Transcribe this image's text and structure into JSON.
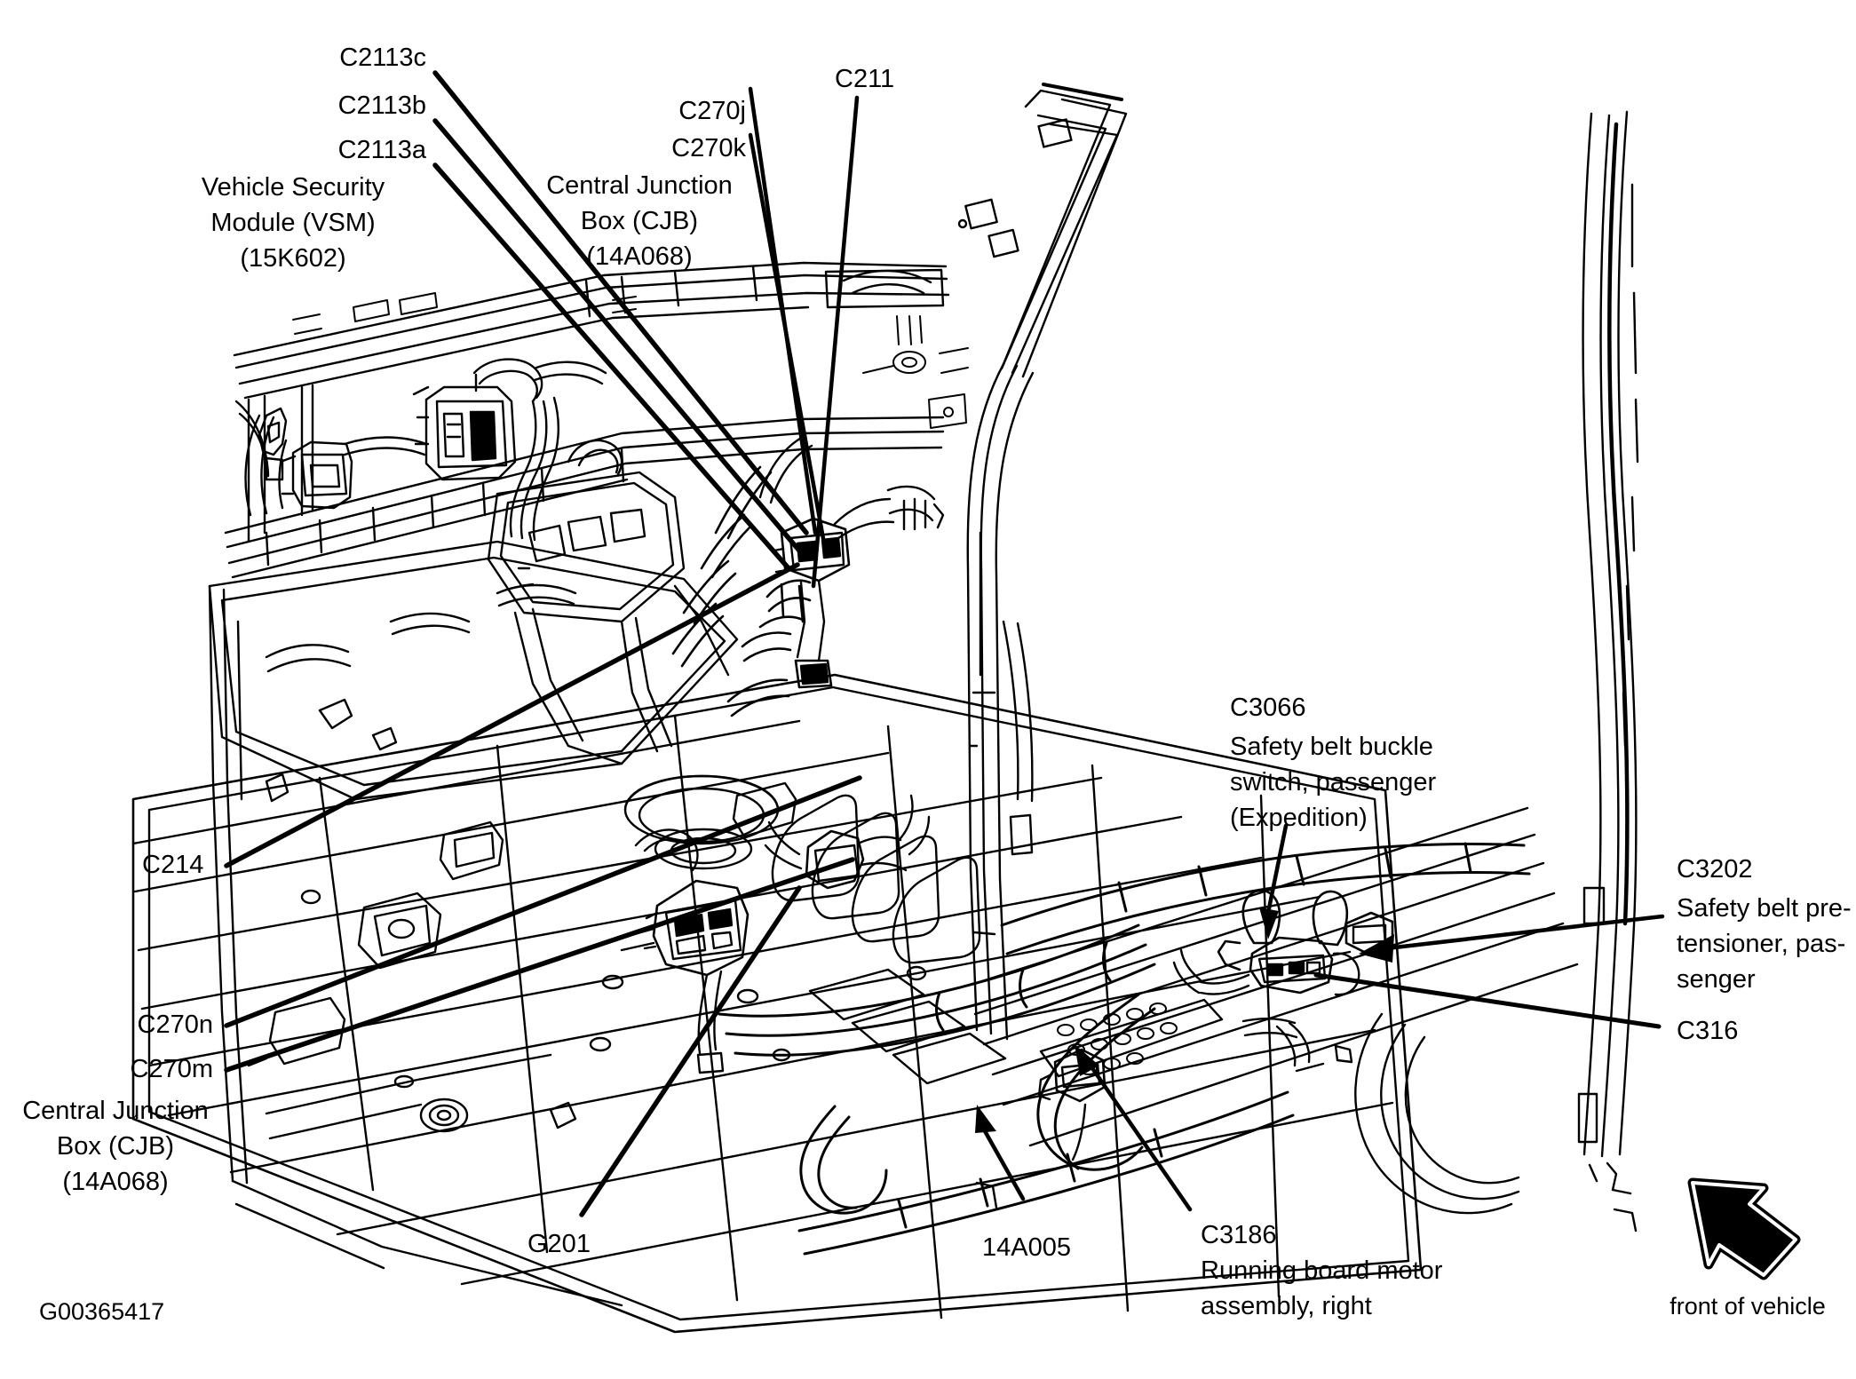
{
  "figure": {
    "id": "G00365417",
    "front_of_vehicle_caption": "front of vehicle",
    "front_arrow_icon": "front-of-vehicle-arrow-icon",
    "ink_color": "#000000",
    "background_color": "#ffffff"
  },
  "callouts": {
    "vsm": {
      "code_c": "C2113c",
      "code_b": "C2113b",
      "code_a": "C2113a",
      "name_line1": "Vehicle Security",
      "name_line2": "Module (VSM)",
      "part_number": "(15K602)"
    },
    "cjb_top": {
      "code_j": "C270j",
      "code_k": "C270k",
      "name_line1": "Central Junction",
      "name_line2": "Box (CJB)",
      "part_number": "(14A068)"
    },
    "c211": {
      "code": "C211"
    },
    "c214": {
      "code": "C214"
    },
    "cjb_bottom": {
      "code_n": "C270n",
      "code_m": "C270m",
      "name_line1": "Central Junction",
      "name_line2": "Box (CJB)",
      "part_number": "(14A068)"
    },
    "c3066": {
      "code": "C3066",
      "name_line1": "Safety belt buckle",
      "name_line2": "switch, passenger",
      "name_line3": "(Expedition)"
    },
    "c3202": {
      "code": "C3202",
      "name_line1": "Safety belt pre-",
      "name_line2": "tensioner, pas-",
      "name_line3": "senger"
    },
    "c316": {
      "code": "C316"
    },
    "g201": {
      "code": "G201"
    },
    "harness": {
      "code": "14A005"
    },
    "c3186": {
      "code": "C3186",
      "name_line1": "Running board motor",
      "name_line2": "assembly, right"
    }
  }
}
